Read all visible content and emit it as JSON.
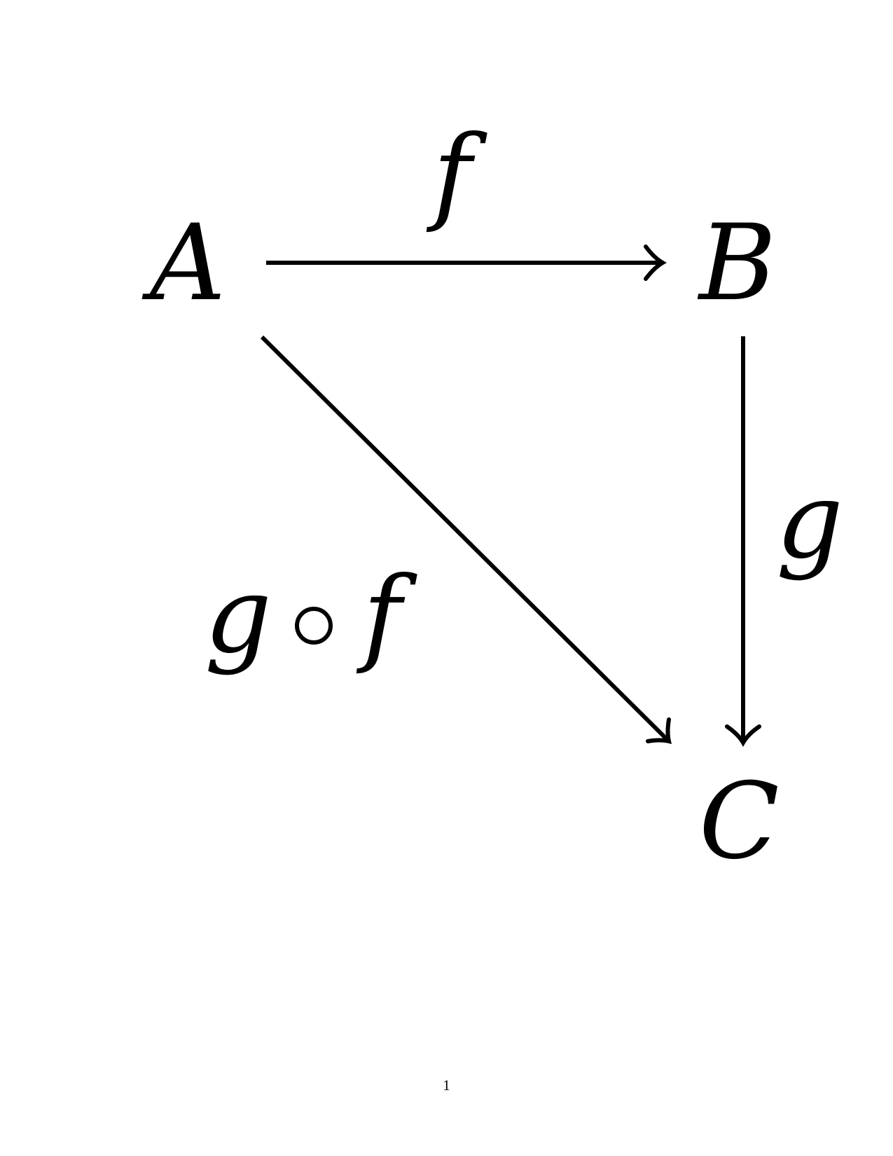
{
  "diagram": {
    "type": "commutative-diagram",
    "nodes": [
      {
        "id": "A",
        "label": "A"
      },
      {
        "id": "B",
        "label": "B"
      },
      {
        "id": "C",
        "label": "C"
      }
    ],
    "arrows": [
      {
        "from": "A",
        "to": "B",
        "label": "f"
      },
      {
        "from": "B",
        "to": "C",
        "label": "g"
      },
      {
        "from": "A",
        "to": "C",
        "label_parts": [
          "g",
          "∘",
          "f"
        ],
        "label": "g ∘ f"
      }
    ]
  },
  "page": {
    "number": "1"
  },
  "colors": {
    "ink": "#000000",
    "background": "#ffffff"
  }
}
